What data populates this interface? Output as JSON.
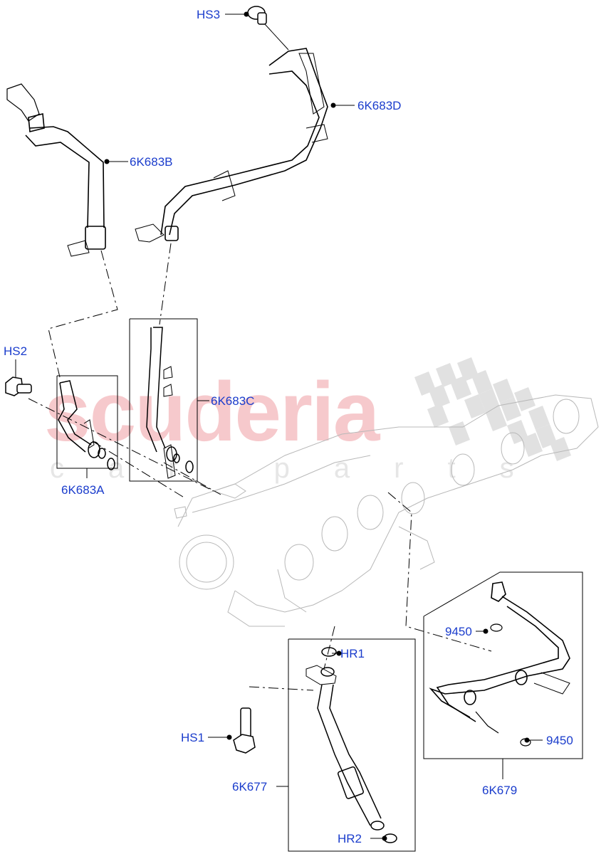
{
  "diagram": {
    "type": "exploded parts diagram",
    "subject": "Turbocharger coolant and oil lines",
    "watermark": {
      "main_text": "scuderia",
      "sub_text": "car parts",
      "main_color": "#f6c9cc",
      "sub_color": "#e6e6e6",
      "flag_color": "#dddddd"
    },
    "label_color": "#1a3ccc",
    "line_color": "#000000",
    "ghost_color": "#b8b8b8",
    "callouts": [
      {
        "id": "HS3",
        "label": "HS3"
      },
      {
        "id": "6K683D",
        "label": "6K683D"
      },
      {
        "id": "6K683B",
        "label": "6K683B"
      },
      {
        "id": "HS2",
        "label": "HS2"
      },
      {
        "id": "6K683C",
        "label": "6K683C"
      },
      {
        "id": "6K683A",
        "label": "6K683A"
      },
      {
        "id": "HR1",
        "label": "HR1"
      },
      {
        "id": "HS1",
        "label": "HS1"
      },
      {
        "id": "6K677",
        "label": "6K677"
      },
      {
        "id": "HR2",
        "label": "HR2"
      },
      {
        "id": "9450_upper",
        "label": "9450"
      },
      {
        "id": "9450_lower",
        "label": "9450"
      },
      {
        "id": "6K679",
        "label": "6K679"
      }
    ]
  }
}
